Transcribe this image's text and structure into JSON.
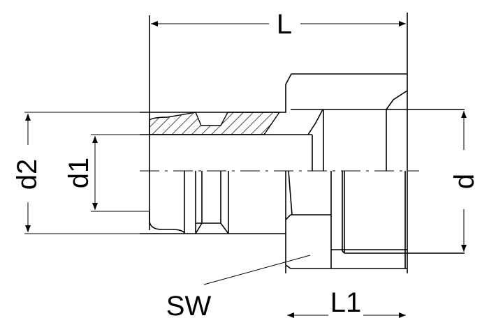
{
  "diagram": {
    "labels": {
      "length_total": "L",
      "length_thread": "L1",
      "wrench_size": "SW",
      "outer_diameter": "d2",
      "bore_diameter": "d1",
      "thread_diameter": "d"
    },
    "colors": {
      "line": "#000000",
      "background": "#ffffff"
    }
  }
}
